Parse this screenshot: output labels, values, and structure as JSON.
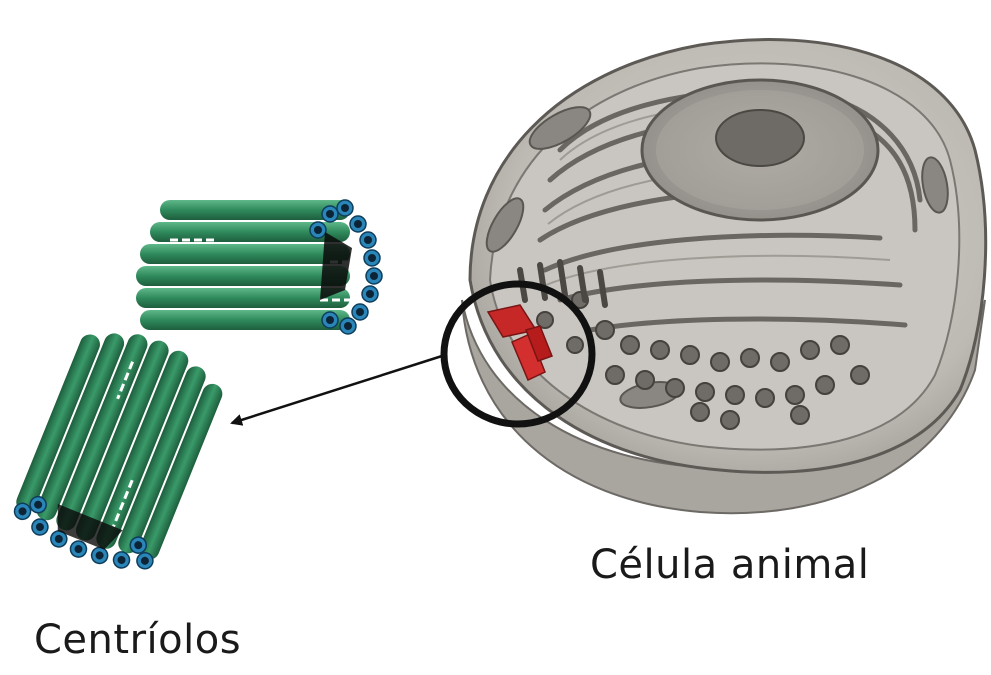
{
  "labels": {
    "cell": "Célula animal",
    "centrioles": "Centríolos"
  },
  "colors": {
    "tubule_green": "#2f8a5c",
    "tubule_rim": "#2a86b8",
    "centriole_highlight": "#c62828",
    "cell_gray": "#b9b6b1",
    "outline": "#111111"
  },
  "icons": [
    "centriole-illustration",
    "animal-cell-illustration",
    "highlight-circle",
    "pointer-arrow"
  ]
}
